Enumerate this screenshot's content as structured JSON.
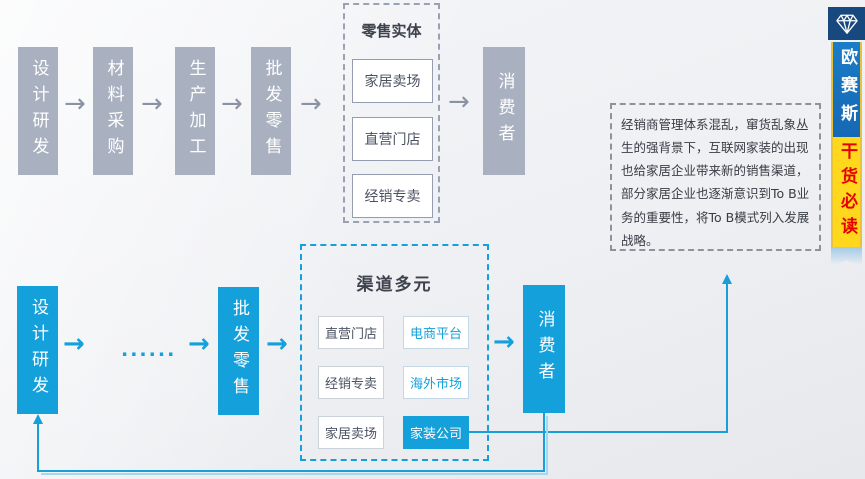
{
  "colors": {
    "accent_blue": "#14a0db",
    "box_gray": "#a9b1c0",
    "banner_navy": "#17497f",
    "banner_yellow": "#ffd71d",
    "banner_red": "#e60000",
    "connector_blue": "#169fd9",
    "connector_light_blue": "#a6d7f0"
  },
  "top_flow": {
    "nodes": [
      "设计研发",
      "材料采购",
      "生产加工",
      "批发零售"
    ],
    "retail_group": {
      "title": "零售实体",
      "items": [
        "家居卖场",
        "直营门店",
        "经销专卖"
      ]
    },
    "consumer": "消费者"
  },
  "bottom_flow": {
    "design": "设计研发",
    "ellipsis": "......",
    "wholesale": "批发零售",
    "channel_group": {
      "title": "渠道多元",
      "left_items": [
        "直营门店",
        "经销专卖",
        "家居卖场"
      ],
      "right_items": [
        "电商平台",
        "海外市场",
        "家装公司"
      ]
    },
    "consumer": "消费者"
  },
  "note": {
    "text": "经销商管理体系混乱，窜货乱象丛生的强背景下，互联网家装的出现也给家居企业带来新的销售渠道，部分家居企业也逐渐意识到To B业务的重要性，将To B模式列入发展战略。"
  },
  "banner": {
    "brand": "欧赛斯",
    "tagline": "干货必读"
  },
  "icons": {
    "arrow_right": "→"
  }
}
